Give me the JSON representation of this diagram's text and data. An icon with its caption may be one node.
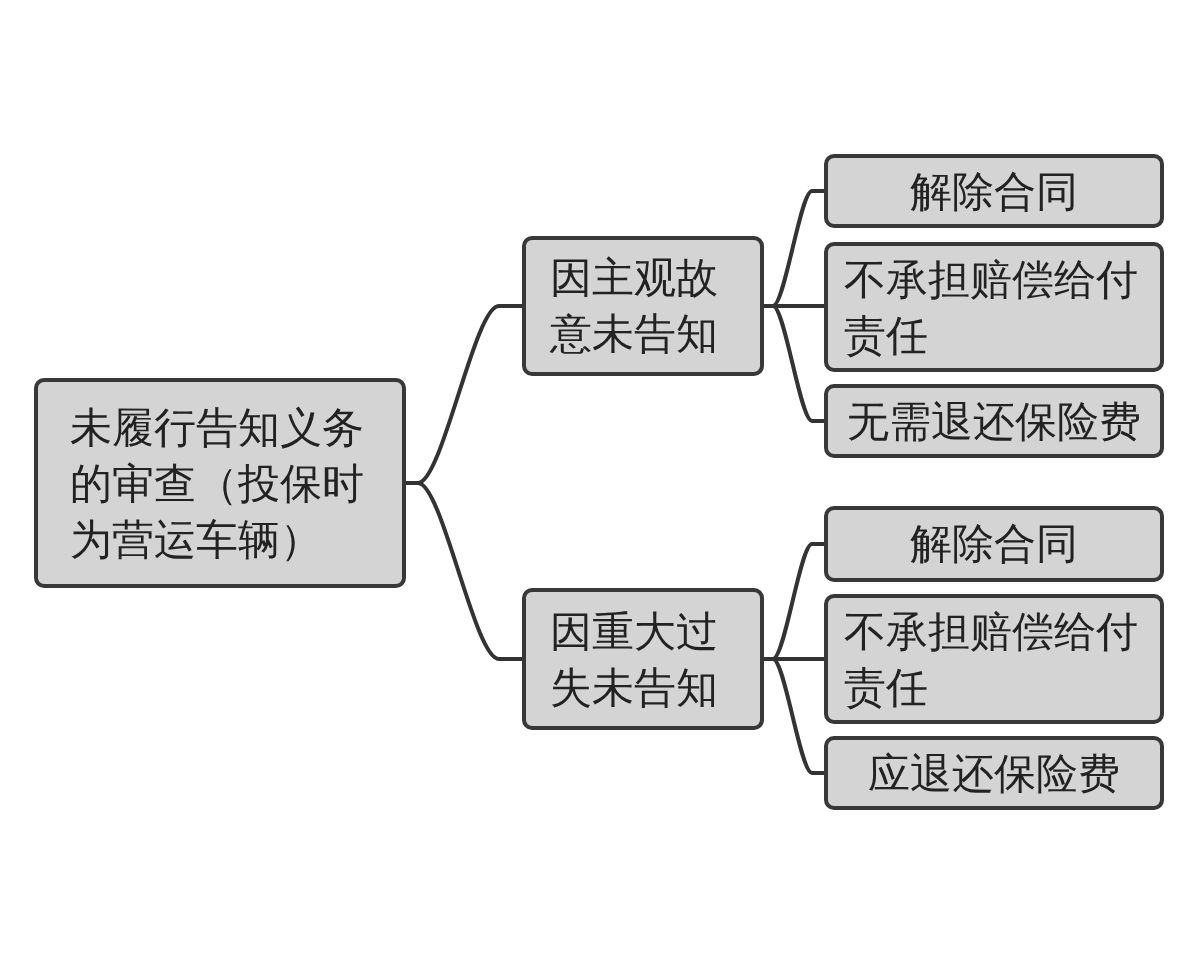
{
  "diagram": {
    "nodes": [
      {
        "text": [
          "未履行告知义务的审查（投保时为营运车辆）"
        ]
      },
      {
        "text": [
          "因主观故意未告知"
        ]
      },
      {
        "text": [
          "解除合同"
        ]
      },
      {
        "text": [
          "不承担赔偿给付责任"
        ]
      },
      {
        "text": [
          "无需退还保险费"
        ]
      },
      {
        "text": [
          "因重大过失未告知"
        ]
      },
      {
        "text": [
          "解除合同"
        ]
      },
      {
        "text": [
          "不承担赔偿给付责任"
        ]
      },
      {
        "text": [
          "应退还保险费"
        ]
      }
    ],
    "edges": [
      {
        "from": 0,
        "to": 1,
        "arrow": "none"
      },
      {
        "from": 1,
        "to": 2,
        "arrow": "none"
      },
      {
        "from": 1,
        "to": 3,
        "arrow": "none"
      },
      {
        "from": 1,
        "to": 4,
        "arrow": "none"
      },
      {
        "from": 0,
        "to": 5,
        "arrow": "none"
      },
      {
        "from": 5,
        "to": 6,
        "arrow": "none"
      },
      {
        "from": 5,
        "to": 7,
        "arrow": "none"
      },
      {
        "from": 5,
        "to": 8,
        "arrow": "none"
      }
    ]
  }
}
